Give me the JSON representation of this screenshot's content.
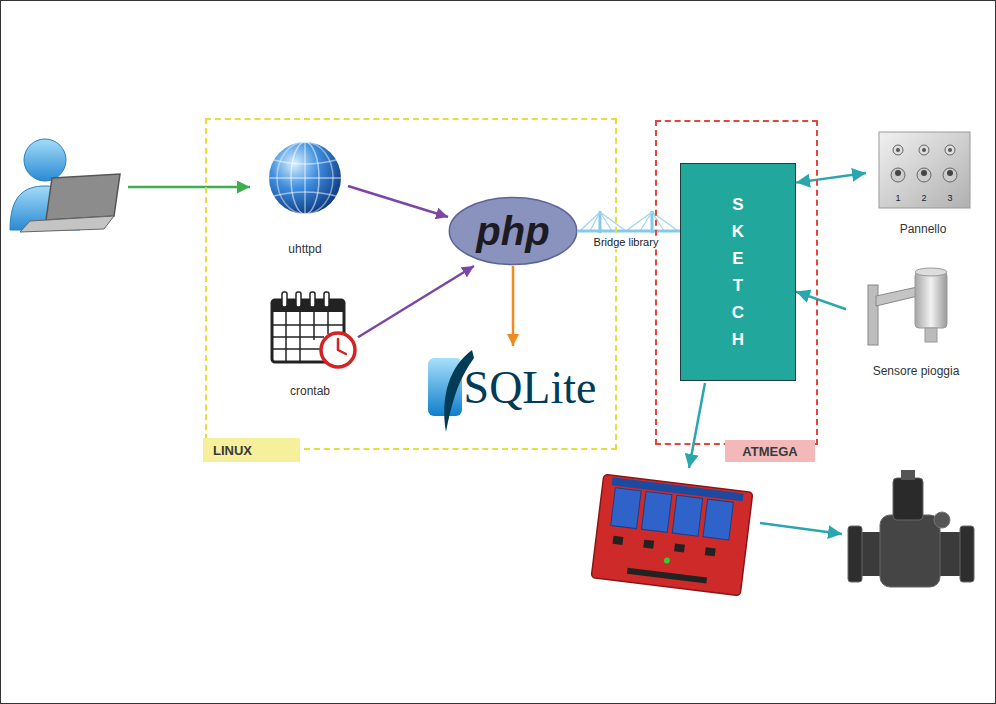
{
  "diagram": {
    "nodes": [
      {
        "text": [
          "LINUX"
        ]
      },
      {
        "text": [
          "uhttpd"
        ],
        "in": 0
      },
      {
        "text": [
          "crontab"
        ],
        "in": 0
      },
      {
        "text": [
          "php"
        ],
        "in": 0
      },
      {
        "text": [
          "SQLite"
        ],
        "in": 0
      },
      {
        "text": [
          "ATMEGA"
        ]
      },
      {
        "text": [
          "SKETCH"
        ],
        "in": 5
      },
      {
        "text": [
          "Pannello"
        ]
      },
      {
        "text": [
          "Sensore pioggia"
        ]
      }
    ],
    "edges": [
      {
        "from": 1,
        "to": 3,
        "arrow": "to"
      },
      {
        "from": 2,
        "to": 3,
        "arrow": "to"
      },
      {
        "from": 3,
        "to": 4,
        "arrow": "to"
      },
      {
        "from": 3,
        "to": 6,
        "arrow": "none",
        "label": "Bridge library"
      },
      {
        "from": 6,
        "to": 7,
        "arrow": "both"
      },
      {
        "from": 8,
        "to": 6,
        "arrow": "to"
      }
    ],
    "labels": [
      "1",
      "2",
      "3"
    ]
  }
}
